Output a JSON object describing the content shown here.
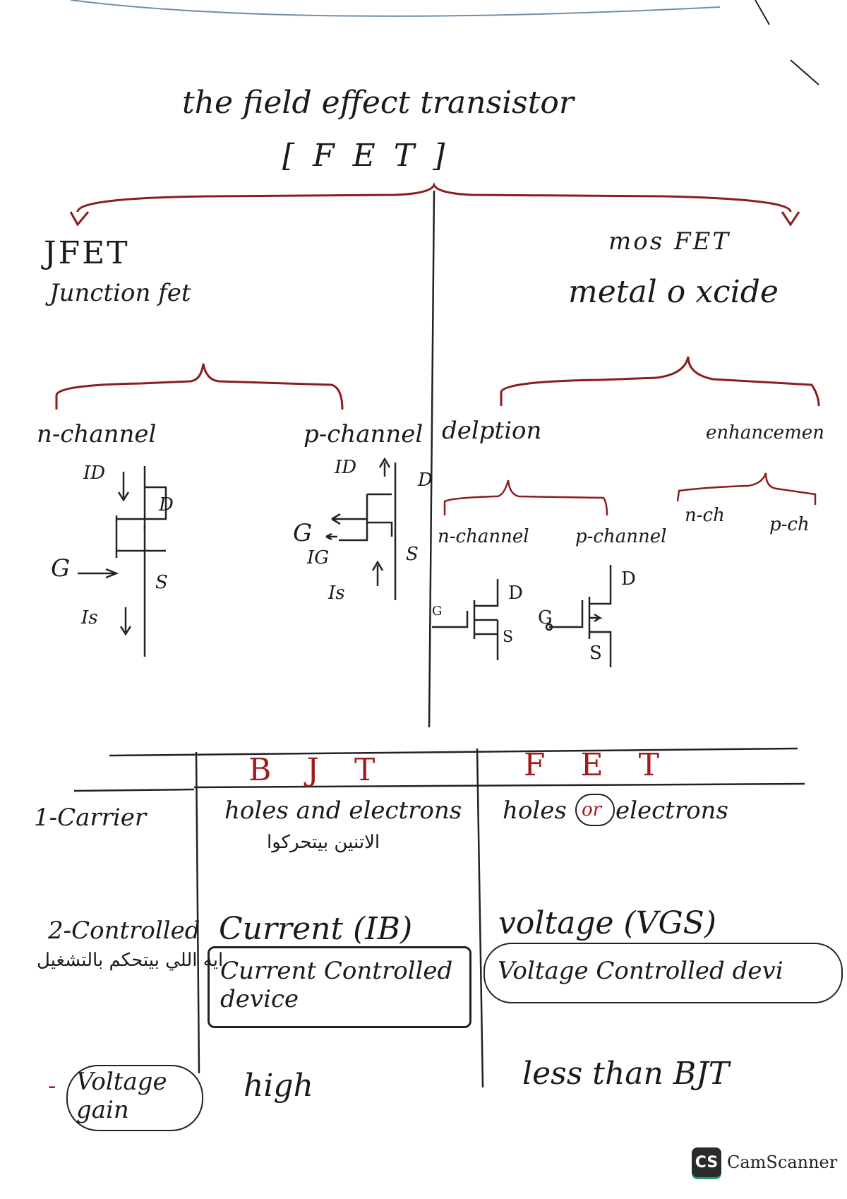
{
  "title": {
    "line1": "the field effect transistor",
    "line2": "[ F E T ]"
  },
  "jfet": {
    "name": "JFET",
    "full": "Junction fet",
    "n_channel": {
      "label": "n-channel",
      "id": "ID",
      "d": "D",
      "g": "G",
      "s": "S",
      "is": "Is"
    },
    "p_channel": {
      "label": "p-channel",
      "id": "ID",
      "d": "D",
      "g": "G",
      "ig": "IG",
      "s": "S",
      "is": "Is"
    }
  },
  "mosfet": {
    "name": "mos FET",
    "full": "metal o xcide",
    "depletion": {
      "label": "delption",
      "n_channel": {
        "label": "n-channel",
        "g": "G",
        "d": "D",
        "s": "S"
      },
      "p_channel": {
        "label": "p-channel",
        "g": "G",
        "d": "D",
        "s": "S"
      }
    },
    "enhancement": {
      "label": "enhancemen",
      "n_ch": "n-ch",
      "p_ch": "p-ch"
    }
  },
  "table": {
    "headers": {
      "bjt": "B J T",
      "fet": "F E T"
    },
    "rows": [
      {
        "label": "1-Carrier",
        "bjt": "holes and electrons",
        "bjt_note": "الاتنين بيتحركوا",
        "fet": "holes",
        "fet_mid": "or",
        "fet_end": "electrons"
      },
      {
        "label": "2-Controlled",
        "label_note": "ايه اللي بيتحكم بالتشغيل",
        "bjt": "Current (IB)",
        "bjt_box": "Current Controlled device",
        "fet": "voltage (VGS)",
        "fet_box": "Voltage Controlled devi"
      },
      {
        "label_prefix": "-",
        "label": "Voltage gain",
        "bjt": "high",
        "fet": "less than BJT"
      }
    ]
  },
  "watermark": {
    "mark": "CS",
    "name": "CamScanner"
  },
  "colors": {
    "ink": "#1a1a1a",
    "red": "#a11b1b",
    "brand": "#1e9e7a"
  }
}
